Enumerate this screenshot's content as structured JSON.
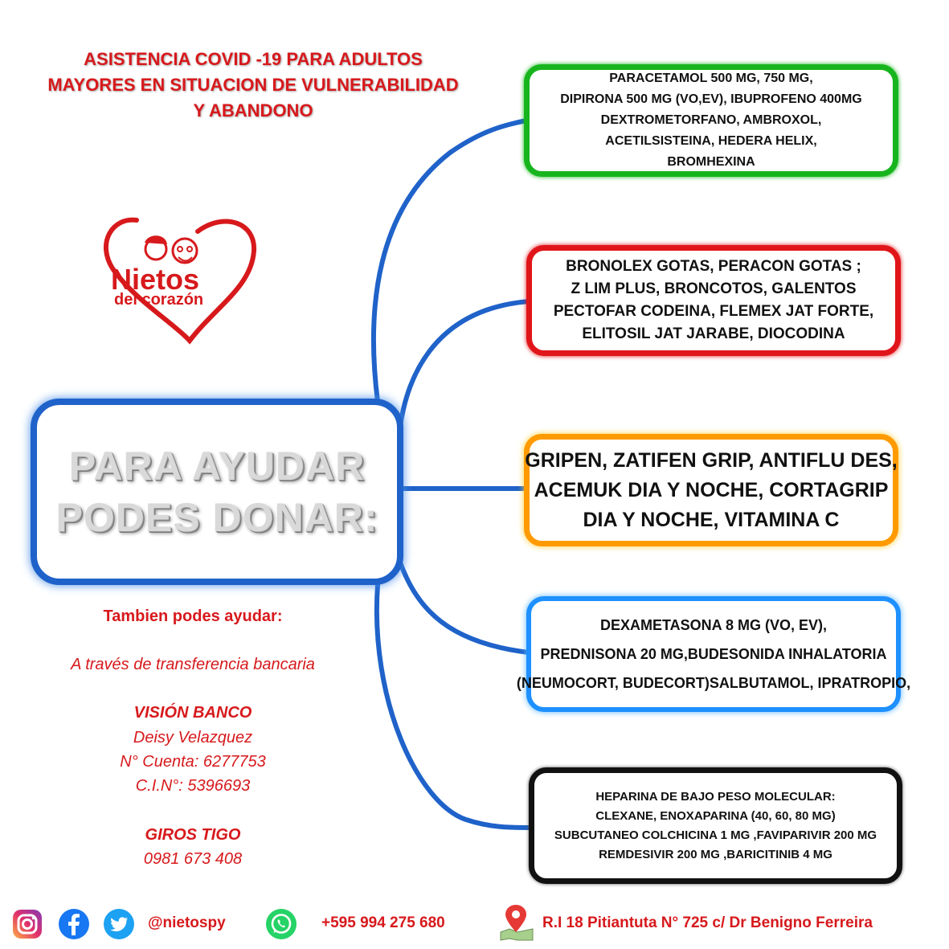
{
  "title": {
    "line1": "ASISTENCIA COVID -19 PARA ADULTOS",
    "line2": "MAYORES EN SITUACION DE VULNERABILIDAD",
    "line3": "Y ABANDONO"
  },
  "logo": {
    "line1": "Nietos",
    "line2": "del corazón"
  },
  "center": {
    "line1": "PARA AYUDAR",
    "line2": "PODES DONAR:"
  },
  "boxes": {
    "green": [
      "PARACETAMOL 500 MG, 750 MG,",
      "DIPIRONA 500 MG (VO,EV),  IBUPROFENO 400MG",
      "DEXTROMETORFANO, AMBROXOL,",
      "ACETILSISTEINA, HEDERA HELIX,",
      "BROMHEXINA"
    ],
    "red": [
      "BRONOLEX GOTAS, PERACON GOTAS ;",
      "Z LIM PLUS, BRONCOTOS, GALENTOS",
      "PECTOFAR CODEINA, FLEMEX JAT FORTE,",
      "ELITOSIL JAT JARABE, DIOCODINA"
    ],
    "orange": [
      "GRIPEN, ZATIFEN GRIP, ANTIFLU DES,",
      "ACEMUK DIA Y NOCHE, CORTAGRIP",
      "DIA Y NOCHE, VITAMINA C"
    ],
    "blue": [
      "DEXAMETASONA 8 MG (VO, EV),",
      "PREDNISONA 20 MG,BUDESONIDA INHALATORIA",
      "(NEUMOCORT, BUDECORT)SALBUTAMOL, IPRATROPIO,"
    ],
    "black": [
      "HEPARINA DE BAJO PESO MOLECULAR:",
      "CLEXANE, ENOXAPARINA (40, 60, 80 MG)",
      "SUBCUTANEO COLCHICINA 1 MG ,FAVIPARIVIR 200 MG",
      "REMDESIVIR 200 MG ,BARICITINIB 4 MG"
    ]
  },
  "donate": {
    "heading": "Tambien podes ayudar:",
    "method": "A través de transferencia bancaria",
    "bank": "VISIÓN BANCO",
    "holder": "Deisy Velazquez",
    "account": "N° Cuenta: 6277753",
    "ci": "C.I.N°: 5396693",
    "giros": "GIROS TIGO",
    "phone": "0981 673 408"
  },
  "footer": {
    "handle": "@nietospy",
    "whatsapp": "+595 994 275 680",
    "address": "R.I 18 Pitiantuta N° 725 c/ Dr Benigno Ferreira"
  },
  "colors": {
    "accent": "#d7191c",
    "green": "#17b51d",
    "red": "#e0151a",
    "orange": "#ff9a00",
    "blue": "#1e90ff",
    "connector": "#1f62c9"
  },
  "icons": [
    "instagram-icon",
    "facebook-icon",
    "twitter-icon",
    "whatsapp-icon",
    "map-pin-icon"
  ]
}
